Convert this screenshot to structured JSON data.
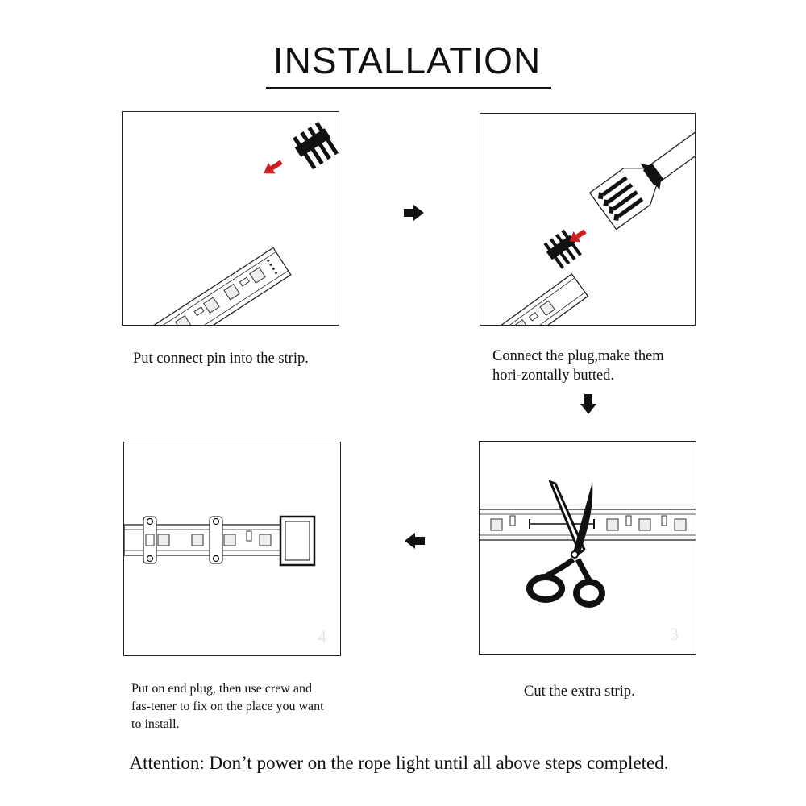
{
  "title": "INSTALLATION",
  "steps": [
    {
      "caption": "Put connect pin  into the strip."
    },
    {
      "caption_line1": "Connect the plug,make them",
      "caption_line2": "hori-zontally butted."
    },
    {
      "number": "3",
      "caption": "Cut the extra strip."
    },
    {
      "number": "4",
      "caption_line1": "Put on end plug, then use crew and",
      "caption_line2": "fas-tener to fix on the place you want",
      "caption_line3": "to install."
    }
  ],
  "attention": "Attention: Don’t power on the rope light until all above steps completed.",
  "colors": {
    "accent_arrow": "#cc1f1f",
    "line": "#111111",
    "led_fill": "#e8e8e8"
  },
  "icons": [
    "right-arrow-icon",
    "down-arrow-icon",
    "left-arrow-icon",
    "scissors-icon",
    "connector-pin-icon",
    "plug-icon",
    "end-cap-icon",
    "fastener-clip-icon"
  ]
}
